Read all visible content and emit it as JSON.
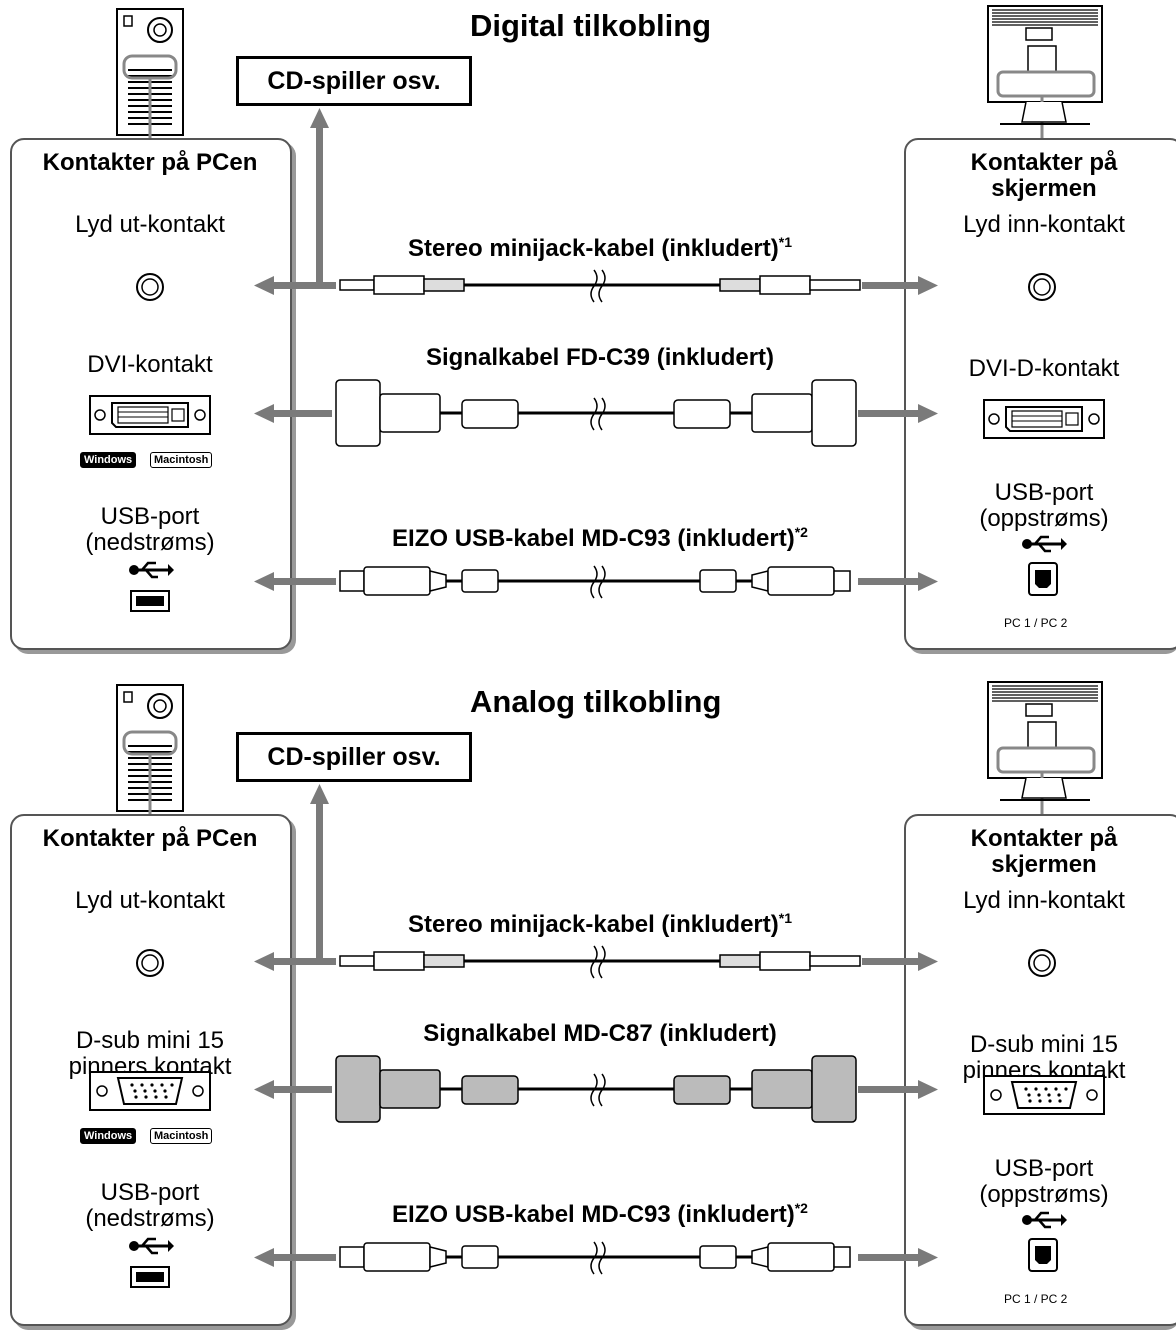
{
  "sections": [
    {
      "title": "Digital tilkobling",
      "cd_player": "CD-spiller osv.",
      "pc_panel": {
        "heading": "Kontakter på PCen",
        "audio_out": "Lyd ut-kontakt",
        "video": "DVI-kontakt",
        "usb": "USB-port (nedstrøms)",
        "os_badges": [
          "Windows",
          "Macintosh"
        ]
      },
      "monitor_panel": {
        "heading": "Kontakter på skjermen",
        "audio_in": "Lyd inn-kontakt",
        "video": "DVI-D-kontakt",
        "usb": "USB-port (oppstrøms)",
        "pc_label": "PC 1 / PC 2"
      },
      "cables": {
        "audio": {
          "label": "Stereo minijack-kabel (inkludert)",
          "note": "*1"
        },
        "video": {
          "label": "Signalkabel FD-C39 (inkludert)",
          "note": ""
        },
        "usb": {
          "label": "EIZO USB-kabel MD-C93 (inkludert)",
          "note": "*2"
        }
      }
    },
    {
      "title": "Analog tilkobling",
      "cd_player": "CD-spiller osv.",
      "pc_panel": {
        "heading": "Kontakter på PCen",
        "audio_out": "Lyd ut-kontakt",
        "video": "D-sub mini 15 pinners kontakt",
        "usb": "USB-port (nedstrøms)",
        "os_badges": [
          "Windows",
          "Macintosh"
        ]
      },
      "monitor_panel": {
        "heading": "Kontakter på skjermen",
        "audio_in": "Lyd inn-kontakt",
        "video": "D-sub mini 15 pinners kontakt",
        "usb": "USB-port (oppstrøms)",
        "pc_label": "PC 1 / PC 2"
      },
      "cables": {
        "audio": {
          "label": "Stereo minijack-kabel (inkludert)",
          "note": "*1"
        },
        "video": {
          "label": "Signalkabel MD-C87 (inkludert)",
          "note": ""
        },
        "usb": {
          "label": "EIZO USB-kabel MD-C93 (inkludert)",
          "note": "*2"
        }
      }
    }
  ],
  "colors": {
    "arrow": "#7a7a7a",
    "panel_border": "#555555"
  }
}
